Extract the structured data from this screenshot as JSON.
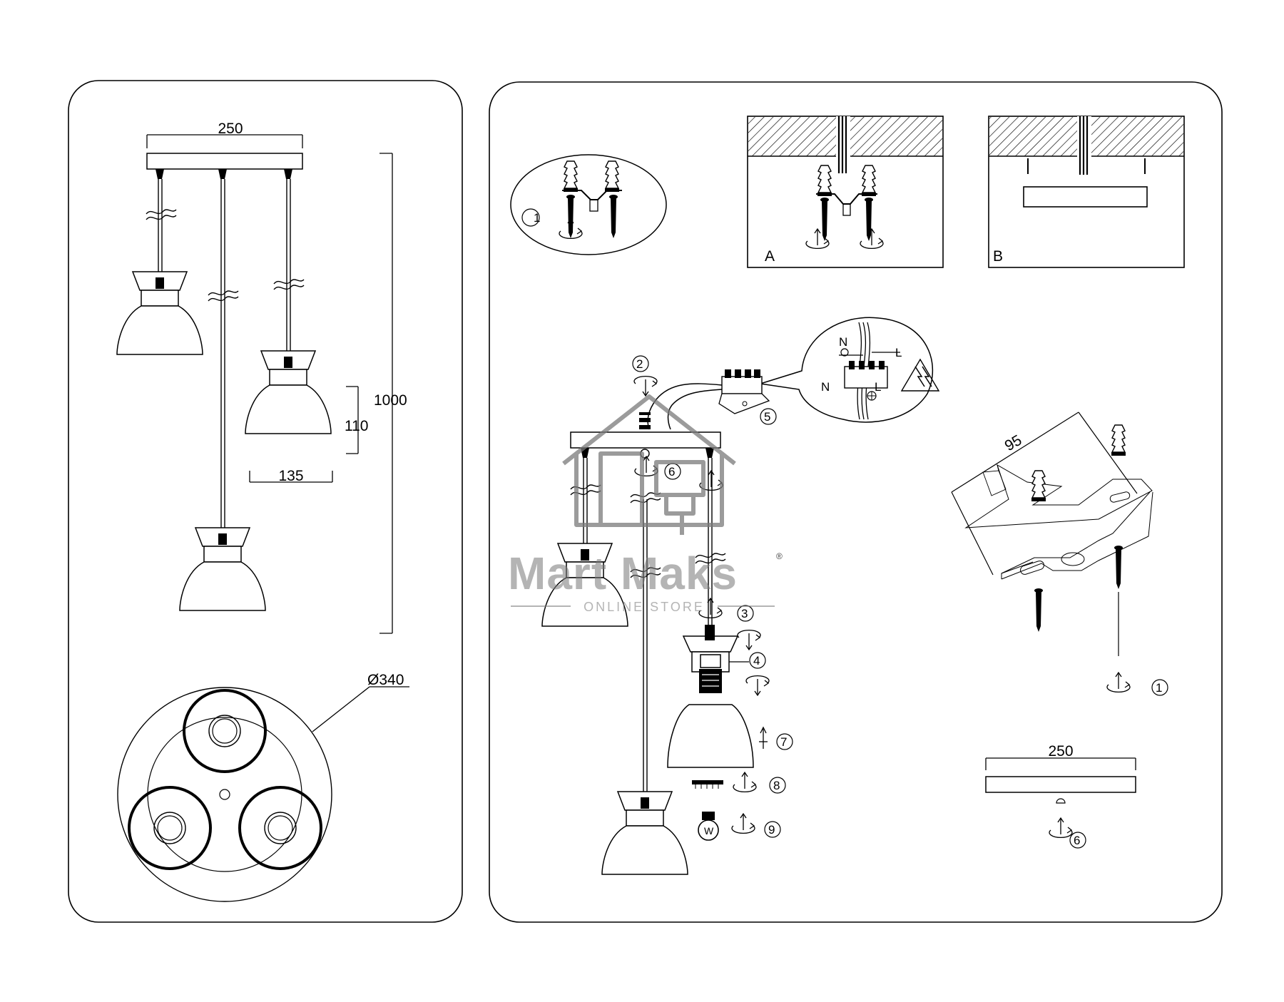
{
  "left_panel": {
    "width_label": "250",
    "height_label": "1000",
    "shade_height_label": "110",
    "shade_width_label": "135",
    "diameter_label": "Ø340"
  },
  "right_panel": {
    "label_a": "A",
    "label_b": "B",
    "bracket_length_label": "95",
    "canopy_width_label": "250",
    "wiring": {
      "n_top": "N",
      "l_top": "L",
      "n_bottom": "N",
      "l_bottom": "L"
    },
    "steps": {
      "s1": "1",
      "s2": "2",
      "s3": "3",
      "s4": "4",
      "s5": "5",
      "s6": "6",
      "s7": "7",
      "s8": "8",
      "s9": "9"
    },
    "bulb_letter": "W"
  },
  "watermark": {
    "brand": "Mart Maks",
    "registered": "®",
    "subtitle": "ONLINE STORE",
    "color": "#7a7a7a"
  }
}
